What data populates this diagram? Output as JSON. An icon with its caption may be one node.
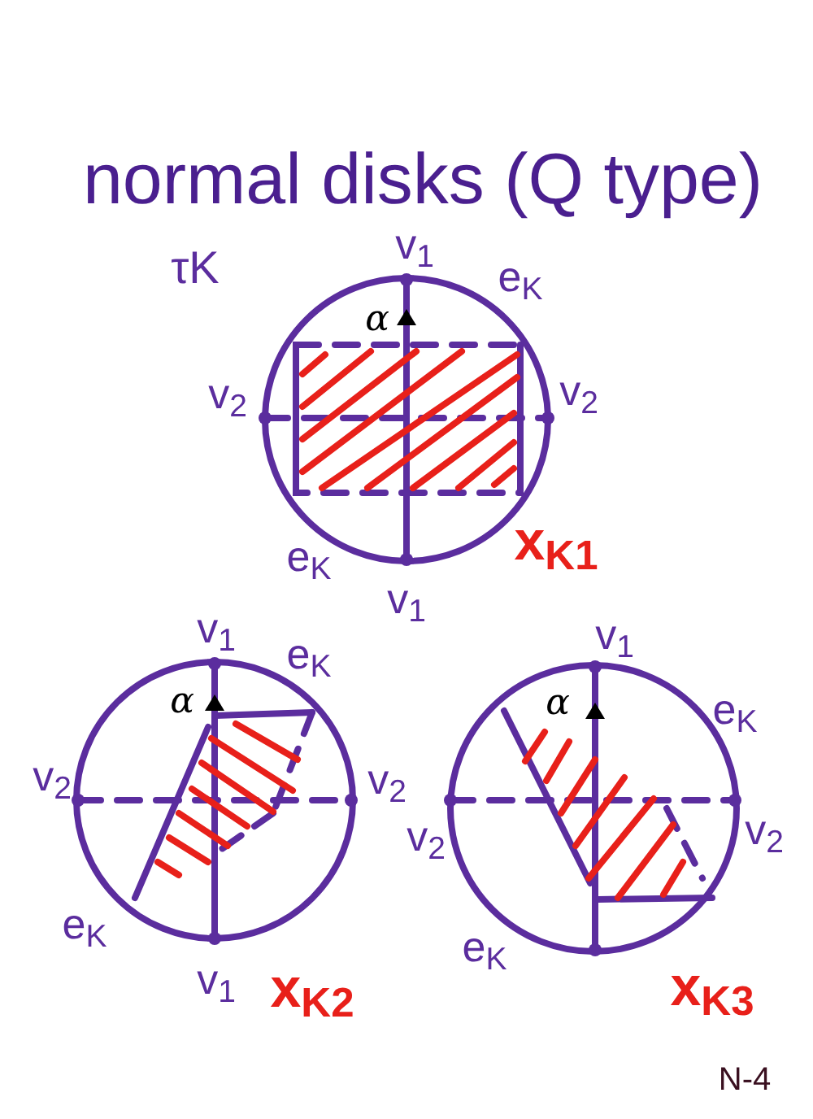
{
  "diagram": {
    "title": "normal disks (Q type)",
    "labels": [
      "τK",
      "v$_{1}$",
      "α",
      "e$_{K}$",
      "v$_{2}$",
      "v$_{2}$",
      "e$_{K}$",
      "v$_{1}$",
      "x$_{K1}$",
      "v$_{1}$",
      "e$_{K}$",
      "α",
      "v$_{2}$",
      "v$_{2}$",
      "e$_{K}$",
      "v$_{1}$",
      "x$_{K2}$",
      "v$_{1}$",
      "α",
      "e$_{K}$",
      "v$_{2}$",
      "v$_{2}$",
      "e$_{K}$",
      "x$_{K3}$",
      "N-4"
    ]
  }
}
